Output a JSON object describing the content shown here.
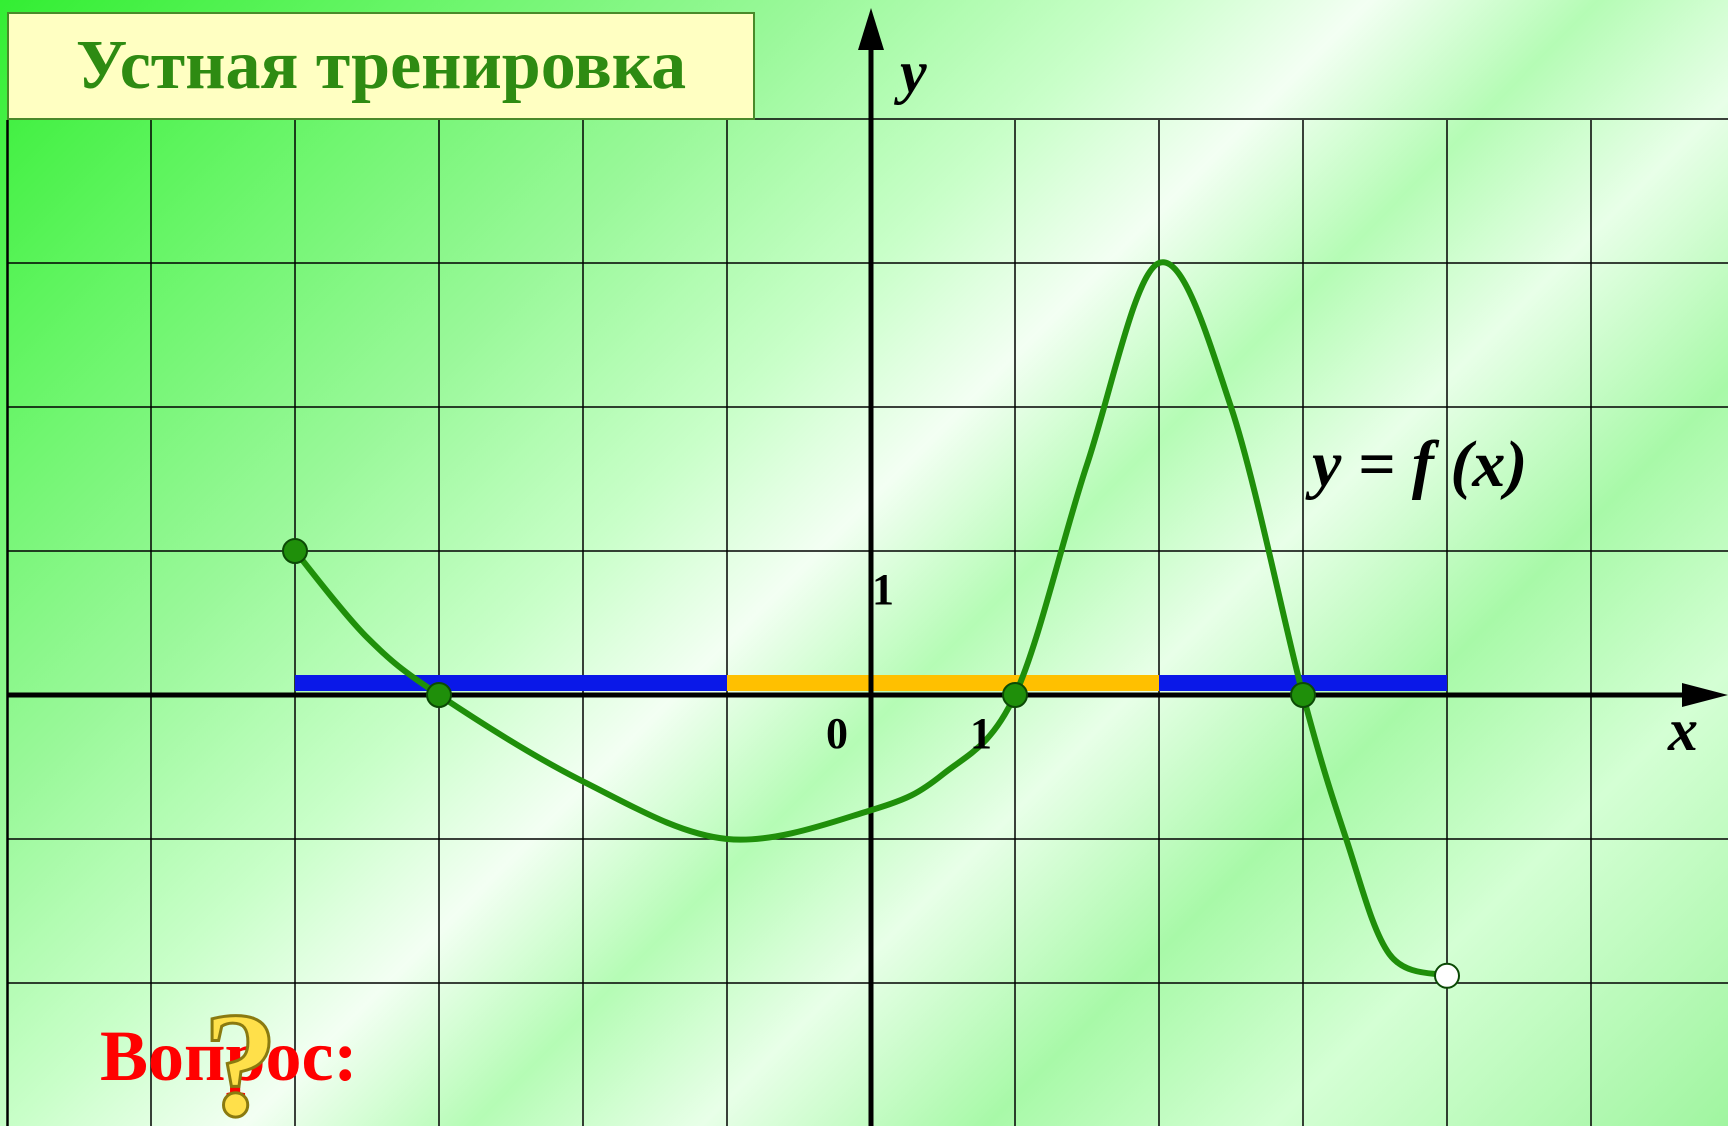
{
  "title": "Устная тренировка",
  "axes": {
    "x_label": "x",
    "y_label": "y",
    "origin_label": "0",
    "x_unit_label": "1",
    "y_unit_label": "1"
  },
  "function_label": "y = f (x)",
  "question_label": "Вопрос:",
  "question_mark": "?",
  "colors": {
    "curve": "#1f8f0a",
    "grid": "#000000",
    "segment_blue": "#0a18e8",
    "segment_orange": "#ffc000",
    "question_text": "#ff0000",
    "title_text": "#2e8b12",
    "title_bg": "#ffffc2"
  },
  "chart_data": {
    "type": "line",
    "x_range": [
      -6,
      6
    ],
    "y_range": [
      -3,
      4
    ],
    "curve_points": [
      [
        -4,
        1
      ],
      [
        -3.5,
        0.4
      ],
      [
        -3,
        0
      ],
      [
        -2,
        -0.6
      ],
      [
        -1,
        -1
      ],
      [
        0,
        -0.8
      ],
      [
        0.5,
        -0.55
      ],
      [
        1,
        0
      ],
      [
        1.5,
        1.6
      ],
      [
        2,
        3
      ],
      [
        2.5,
        2
      ],
      [
        3,
        0
      ],
      [
        3.3,
        -1
      ],
      [
        3.6,
        -1.8
      ],
      [
        4,
        -1.95
      ]
    ],
    "closed_points": [
      [
        -4,
        1
      ],
      [
        -3,
        0
      ],
      [
        1,
        0
      ],
      [
        3,
        0
      ]
    ],
    "open_points": [
      [
        4,
        -1.95
      ]
    ],
    "segments": [
      {
        "from": -4,
        "to": -1,
        "color": "blue"
      },
      {
        "from": -1,
        "to": 2,
        "color": "orange"
      },
      {
        "from": 2,
        "to": 4,
        "color": "blue"
      }
    ]
  }
}
